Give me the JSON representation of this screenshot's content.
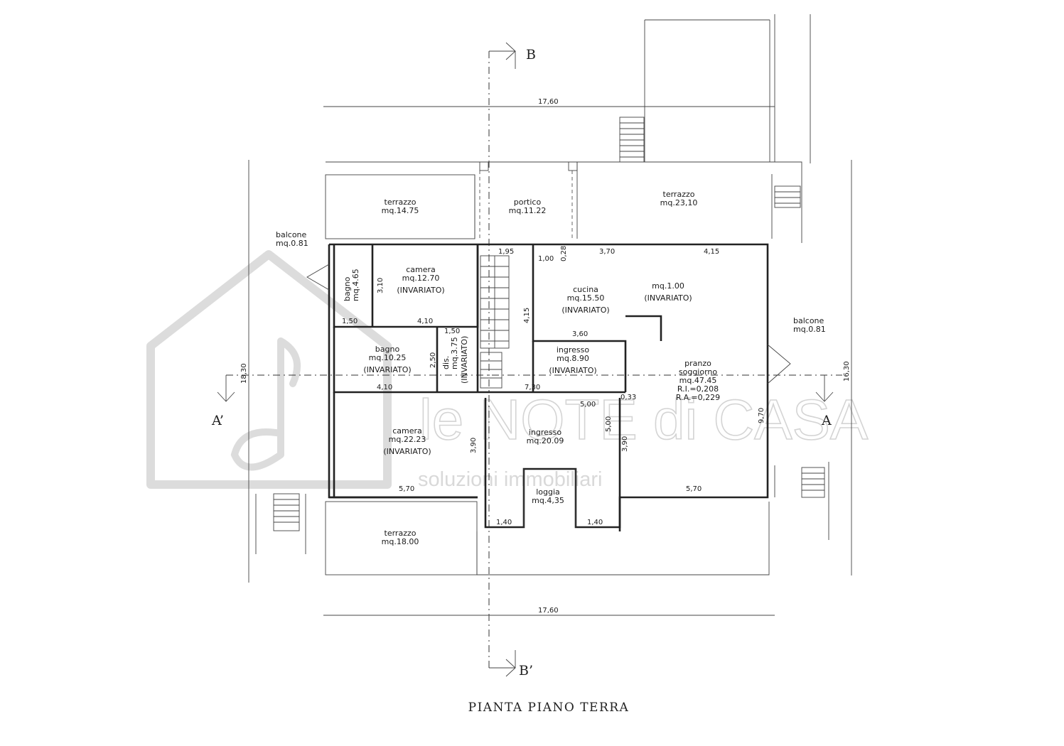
{
  "plan_title": "PIANTA PIANO TERRA",
  "watermark": {
    "brand": "le NOTE di CASA",
    "tagline": "soluzioni immobiliari"
  },
  "section_marks": {
    "b_top": "B",
    "b_bottom": "B’",
    "a_left": "A’",
    "a_right": "A"
  },
  "overall_dims": {
    "width_top": "17,60",
    "width_bottom": "17,60",
    "height_left": "18,30",
    "height_right": "16,30"
  },
  "rooms": {
    "terrazzo_nw": {
      "name": "terrazzo",
      "area": "mq.14.75"
    },
    "portico": {
      "name": "portico",
      "area": "mq.11.22"
    },
    "terrazzo_ne": {
      "name": "terrazzo",
      "area": "mq.23,10"
    },
    "balcone_w": {
      "name": "balcone",
      "area": "mq.0.81"
    },
    "balcone_e": {
      "name": "balcone",
      "area": "mq.0.81"
    },
    "bagno_small": {
      "name": "bagno",
      "area": "mq.4.65"
    },
    "camera_n": {
      "name": "camera",
      "area": "mq.12.70",
      "note": "(INVARIATO)"
    },
    "cucina": {
      "name": "cucina",
      "area": "mq.15.50",
      "note": "(INVARIATO)"
    },
    "vano": {
      "area": "mq.1.00",
      "note": "(INVARIATO)"
    },
    "bagno_big": {
      "name": "bagno",
      "area": "mq.10.25",
      "note": "(INVARIATO)"
    },
    "dis": {
      "name": "dis.",
      "area": "mq.3.75",
      "note": "(INVARIATO)"
    },
    "ingresso_n": {
      "name": "ingresso",
      "area": "mq.8.90",
      "note": "(INVARIATO)"
    },
    "pranzo": {
      "name": "pranzo",
      "name2": "soggiorno",
      "area": "mq.47.45",
      "ri": "R.I.=0,208",
      "ra": "R.A.=0,229"
    },
    "camera_s": {
      "name": "camera",
      "area": "mq.22.23",
      "note": "(INVARIATO)"
    },
    "ingresso_s": {
      "name": "ingresso",
      "area": "mq.20.09"
    },
    "loggia": {
      "name": "loggia",
      "area": "mq.4,35"
    },
    "terrazzo_s": {
      "name": "terrazzo",
      "area": "mq.18.00"
    }
  },
  "room_dims": {
    "d195": "1,95",
    "d100": "1,00",
    "d028": "0,28",
    "d370": "3,70",
    "d415a": "4,15",
    "d310": "3,10",
    "d150a": "1,50",
    "d410a": "4,10",
    "d150b": "1,50",
    "d415b": "4,15",
    "d360": "3,60",
    "d250": "2,50",
    "d410b": "4,10",
    "d730": "7,30",
    "d500a": "5,00",
    "d033": "0,33",
    "d500b": "5,00",
    "d390a": "3,90",
    "d390b": "3,90",
    "d970": "9,70",
    "d570a": "5,70",
    "d570b": "5,70",
    "d140a": "1,40",
    "d140b": "1,40"
  }
}
